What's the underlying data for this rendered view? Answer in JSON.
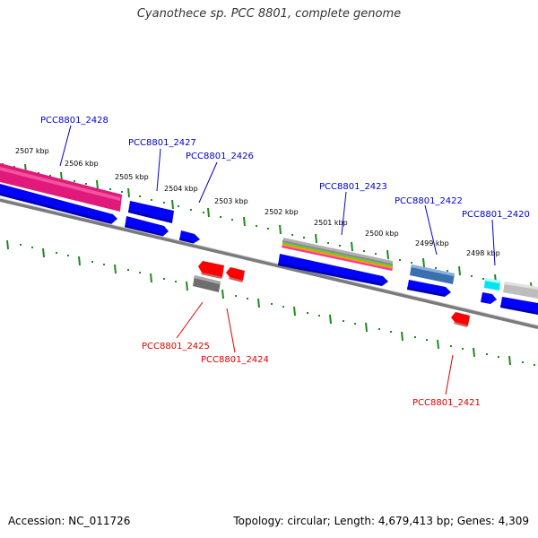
{
  "title": "Cyanothece sp. PCC 8801, complete genome",
  "footer": {
    "accession": "Accession: NC_011726",
    "stats": "Topology: circular; Length: 4,679,413 bp; Genes: 4,309"
  },
  "colors": {
    "forward_gene": "#0000ff",
    "reverse_gene": "#ff0000",
    "tick": "#1e8a1e",
    "backbone": "#7a7a7a",
    "locus_label_forward": "#0000cc",
    "locus_label_reverse": "#dd0000"
  },
  "scale_labels": [
    "2507 kbp",
    "2506 kbp",
    "2505 kbp",
    "2504 kbp",
    "2503 kbp",
    "2502 kbp",
    "2501 kbp",
    "2500 kbp",
    "2499 kbp",
    "2498 kbp"
  ],
  "gene_labels": {
    "top": [
      "PCC8801_2428",
      "PCC8801_2427",
      "PCC8801_2426",
      "PCC8801_2423",
      "PCC8801_2422",
      "PCC8801_2420"
    ],
    "bottom": [
      "PCC8801_2425",
      "PCC8801_2424",
      "PCC8801_2421"
    ]
  }
}
